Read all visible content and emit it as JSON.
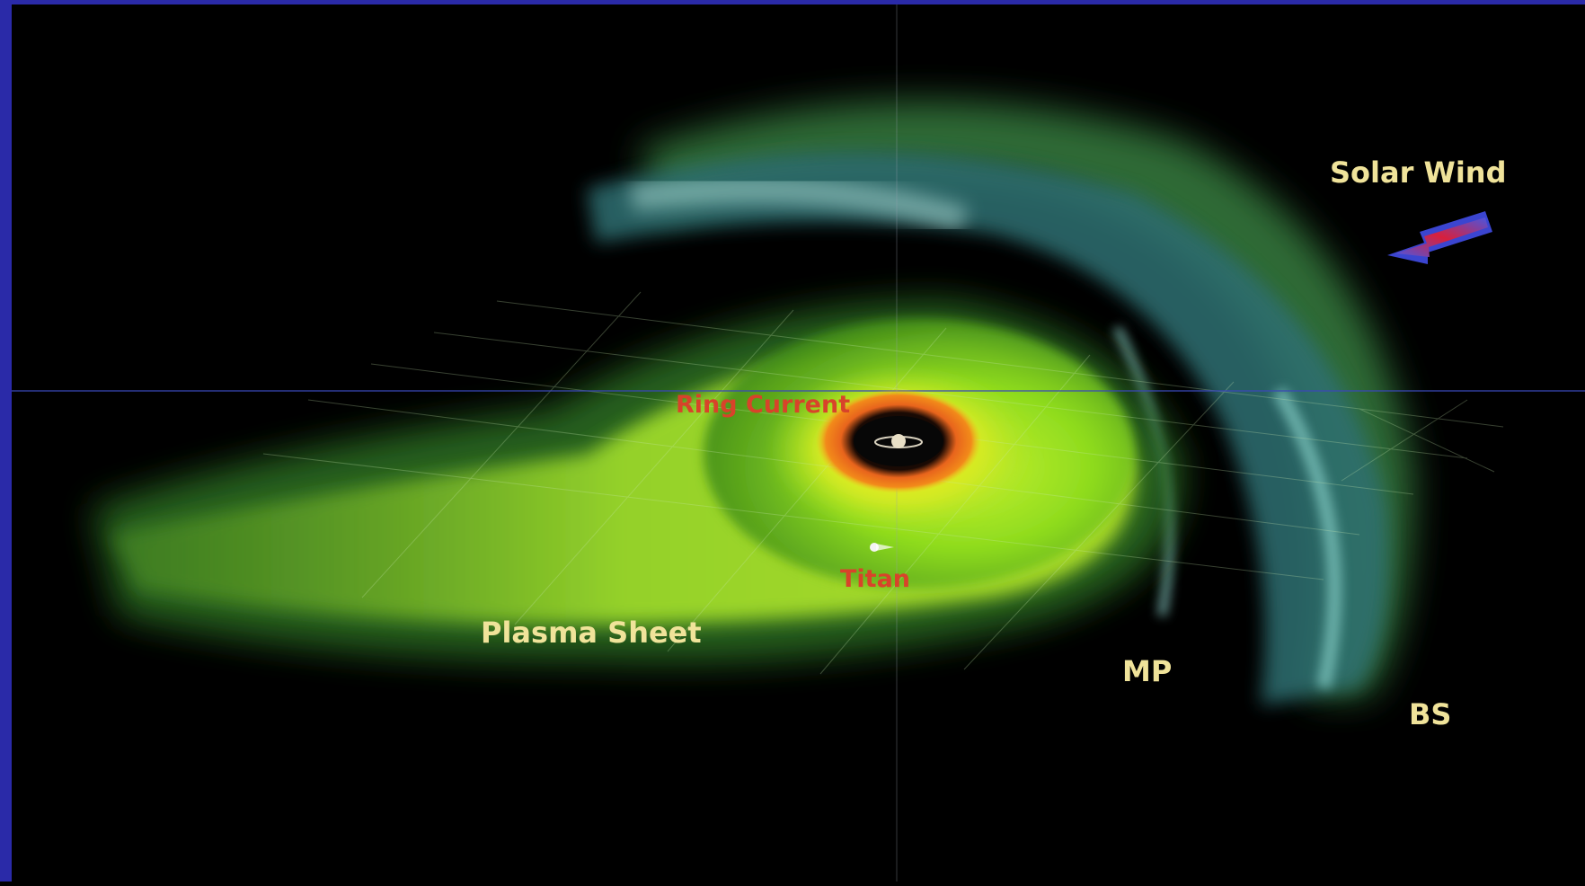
{
  "labels": {
    "solar_wind": "Solar Wind",
    "ring_current": "Ring Current",
    "titan": "Titan",
    "plasma_sheet": "Plasma Sheet",
    "mp": "MP",
    "bs": "BS"
  },
  "colors": {
    "frame_border": "#2a2aa8",
    "background": "#000000",
    "plasma_green": "#8fdc1e",
    "magnetosheath_teal": "#5fb7b0",
    "ring_current_orange": "#e8641c",
    "label_yellow": "#f0e39a",
    "label_red": "#d8432a",
    "solar_wind_arrow": "#d8203c"
  },
  "icons": {
    "planet": "saturn-icon",
    "moon": "titan-icon",
    "arrow": "solar-wind-arrow-icon"
  }
}
